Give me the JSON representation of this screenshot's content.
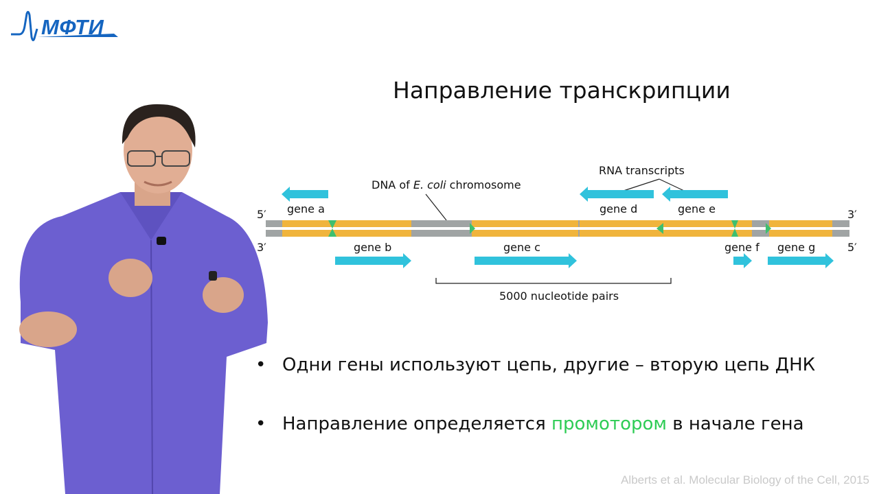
{
  "logo": {
    "text": "МФТИ"
  },
  "slide": {
    "title": "Направление транскрипции"
  },
  "diagram": {
    "dna_label_prefix": "DNA of ",
    "dna_label_italic": "E. coli",
    "dna_label_suffix": " chromosome",
    "rna_label": "RNA transcripts",
    "strand_ends": {
      "top_left": "5′",
      "top_right": "3′",
      "bottom_left": "3′",
      "bottom_right": "5′"
    },
    "genes_top": [
      "gene a",
      "gene d",
      "gene e"
    ],
    "genes_bottom": [
      "gene b",
      "gene c",
      "gene f",
      "gene g"
    ],
    "scale_label": "5000 nucleotide pairs",
    "colors": {
      "gene": "#f0b43c",
      "spacer": "#a0a4a4",
      "arrow": "#30c2dc",
      "promoter": "#3fbf6f"
    }
  },
  "bullets": {
    "b1_text": "Одни гены используют цепь, другие – вторую цепь ДНК",
    "b2_before": "Направление определяется ",
    "b2_highlight": "промотором",
    "b2_after": " в начале гена",
    "marker": "•"
  },
  "accent_color": "#2ecc55",
  "citation": "Alberts et al. Molecular Biology of the Cell, 2015"
}
